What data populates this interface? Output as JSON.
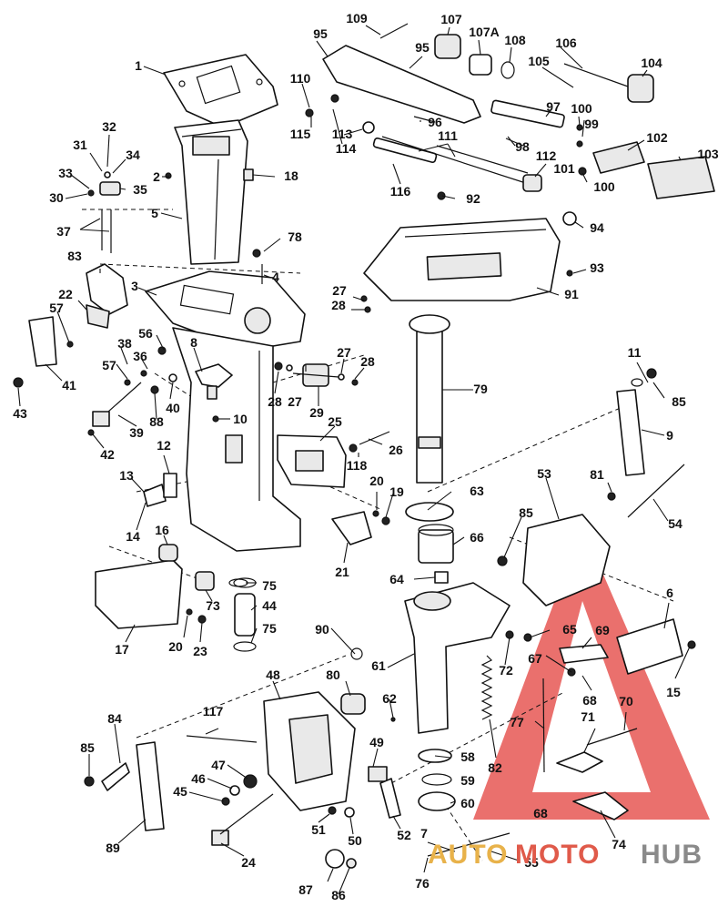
{
  "diagram": {
    "callouts": {
      "c1": "1",
      "c2": "2",
      "c3": "3",
      "c4": "4",
      "c5": "5",
      "c6": "6",
      "c7": "7",
      "c8": "8",
      "c9": "9",
      "c10": "10",
      "c11": "11",
      "c12": "12",
      "c13": "13",
      "c14": "14",
      "c15": "15",
      "c16": "16",
      "c17": "17",
      "c18": "18",
      "c19": "19",
      "c20a": "20",
      "c20b": "20",
      "c21": "21",
      "c22": "22",
      "c23": "23",
      "c24": "24",
      "c25": "25",
      "c26": "26",
      "c27a": "27",
      "c27b": "27",
      "c27c": "27",
      "c28a": "28",
      "c28b": "28",
      "c28c": "28",
      "c29": "29",
      "c30": "30",
      "c31": "31",
      "c32": "32",
      "c33": "33",
      "c34": "34",
      "c35": "35",
      "c36": "36",
      "c37": "37",
      "c38": "38",
      "c39": "39",
      "c40": "40",
      "c41": "41",
      "c42": "42",
      "c43": "43",
      "c44": "44",
      "c45": "45",
      "c46": "46",
      "c47": "47",
      "c48": "48",
      "c49": "49",
      "c50": "50",
      "c51": "51",
      "c52": "52",
      "c53": "53",
      "c54": "54",
      "c55": "55",
      "c56": "56",
      "c57a": "57",
      "c57b": "57",
      "c58": "58",
      "c59": "59",
      "c60": "60",
      "c61": "61",
      "c62": "62",
      "c63": "63",
      "c64": "64",
      "c65": "65",
      "c66": "66",
      "c67": "67",
      "c68a": "68",
      "c68b": "68",
      "c69": "69",
      "c70": "70",
      "c71": "71",
      "c72": "72",
      "c73": "73",
      "c74": "74",
      "c75a": "75",
      "c75b": "75",
      "c76": "76",
      "c77": "77",
      "c78": "78",
      "c79": "79",
      "c80": "80",
      "c81": "81",
      "c82": "82",
      "c83": "83",
      "c84": "84",
      "c85a": "85",
      "c85b": "85",
      "c85c": "85",
      "c86": "86",
      "c87": "87",
      "c88": "88",
      "c89": "89",
      "c90": "90",
      "c91": "91",
      "c92": "92",
      "c93": "93",
      "c94": "94",
      "c95a": "95",
      "c95b": "95",
      "c96": "96",
      "c97": "97",
      "c98": "98",
      "c99": "99",
      "c100a": "100",
      "c100b": "100",
      "c101": "101",
      "c102": "102",
      "c103": "103",
      "c104": "104",
      "c105": "105",
      "c106": "106",
      "c107": "107",
      "c107a": "107A",
      "c108": "108",
      "c109": "109",
      "c110": "110",
      "c111": "111",
      "c112": "112",
      "c113": "113",
      "c114": "114",
      "c115": "115",
      "c116": "116",
      "c117": "117",
      "c118": "118"
    }
  },
  "watermark": {
    "part1": "AUTO",
    "part2": "MOTO",
    "part3": "HUB",
    "colors": {
      "auto": "#e8b24a",
      "moto": "#e05a4a",
      "hub": "#8a8a8a",
      "triangle": "#e23a36"
    }
  }
}
